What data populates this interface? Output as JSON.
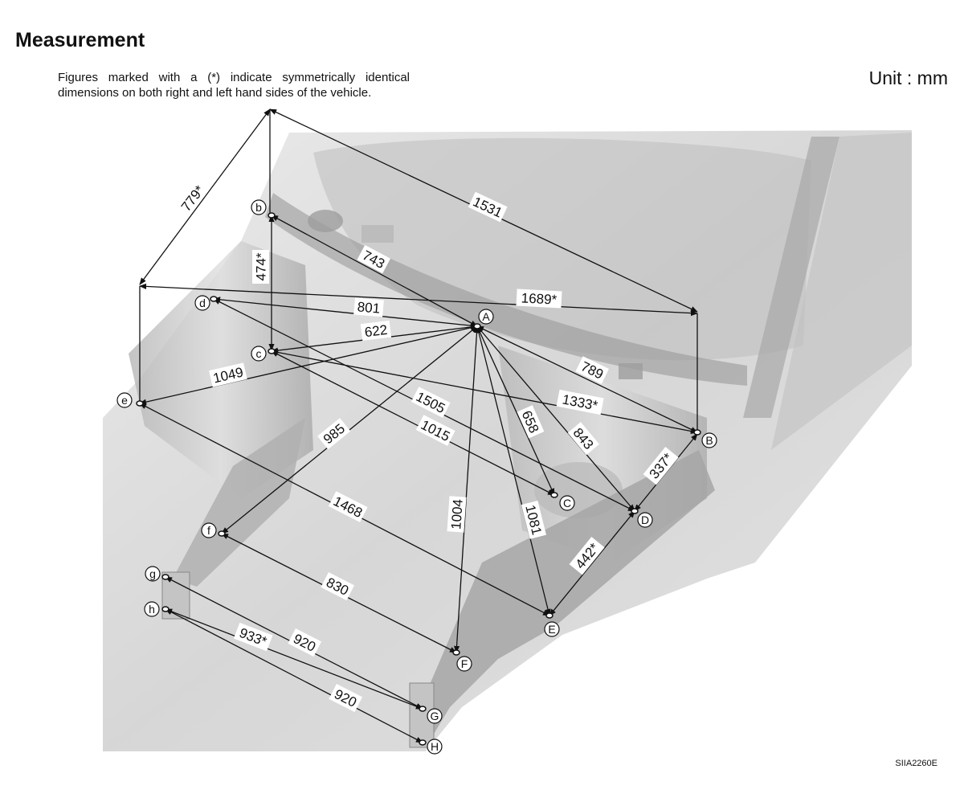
{
  "page": {
    "title": "Measurement",
    "note": "Figures marked with a (*) indicate symmetrically identical dimensions on both right and left hand sides of the vehicle.",
    "unit": "Unit : mm",
    "figure_id": "SIIA2260E"
  },
  "points": [
    {
      "id": "A"
    },
    {
      "id": "B"
    },
    {
      "id": "C"
    },
    {
      "id": "D"
    },
    {
      "id": "E"
    },
    {
      "id": "F"
    },
    {
      "id": "G"
    },
    {
      "id": "H"
    },
    {
      "id": "b"
    },
    {
      "id": "c"
    },
    {
      "id": "d"
    },
    {
      "id": "e"
    },
    {
      "id": "f"
    },
    {
      "id": "g"
    },
    {
      "id": "h"
    }
  ],
  "dimensions": [
    {
      "label": "779*"
    },
    {
      "label": "1531"
    },
    {
      "label": "474*"
    },
    {
      "label": "743"
    },
    {
      "label": "1689*"
    },
    {
      "label": "801"
    },
    {
      "label": "622"
    },
    {
      "label": "789"
    },
    {
      "label": "1049"
    },
    {
      "label": "1333*"
    },
    {
      "label": "1505"
    },
    {
      "label": "1015"
    },
    {
      "label": "658"
    },
    {
      "label": "843"
    },
    {
      "label": "337*"
    },
    {
      "label": "985"
    },
    {
      "label": "1468"
    },
    {
      "label": "1004"
    },
    {
      "label": "1081"
    },
    {
      "label": "442*"
    },
    {
      "label": "830"
    },
    {
      "label": "933*"
    },
    {
      "label": "920"
    },
    {
      "label": "920"
    }
  ],
  "colors": {
    "line": "#111111",
    "photo_bg": "#cfcfcf"
  }
}
